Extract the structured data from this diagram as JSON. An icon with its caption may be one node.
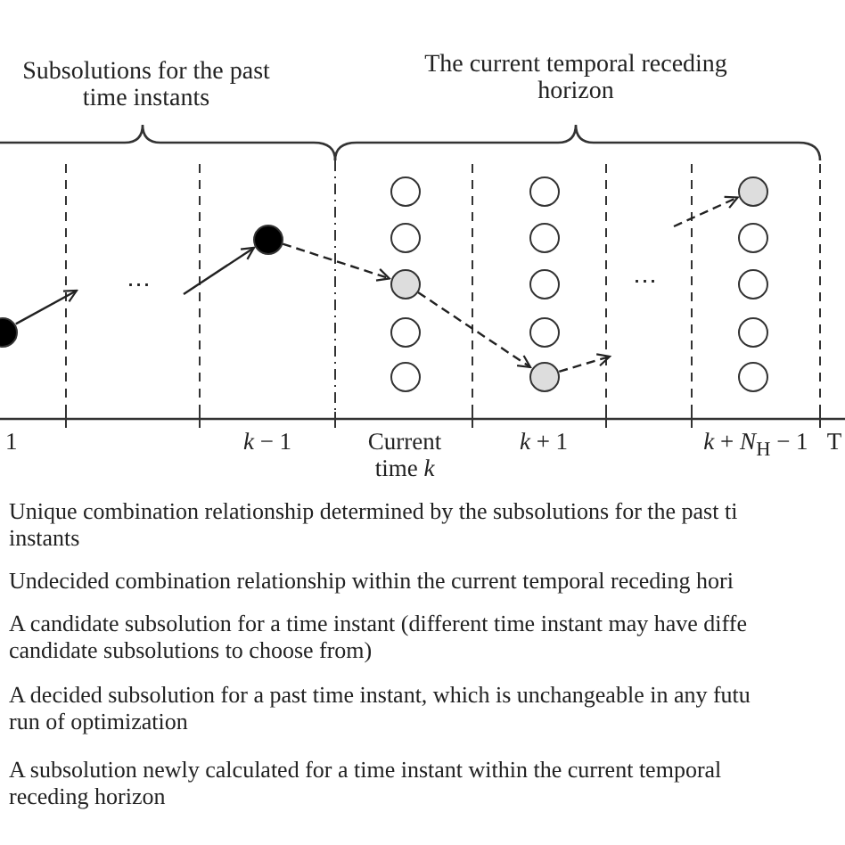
{
  "diagram": {
    "nodes": [
      {
        "text": [],
        "shape": "circle"
      },
      {
        "text": [],
        "shape": "circle"
      },
      {
        "text": [],
        "shape": "circle"
      },
      {
        "text": [],
        "shape": "circle"
      },
      {
        "text": [],
        "shape": "circle"
      },
      {
        "text": [],
        "shape": "circle"
      },
      {
        "text": [],
        "shape": "circle"
      },
      {
        "text": [],
        "shape": "circle"
      },
      {
        "text": [],
        "shape": "circle"
      },
      {
        "text": [],
        "shape": "circle"
      },
      {
        "text": [],
        "shape": "circle"
      },
      {
        "text": [],
        "shape": "circle"
      },
      {
        "text": [],
        "shape": "circle"
      },
      {
        "text": [],
        "shape": "circle"
      },
      {
        "text": [],
        "shape": "circle"
      },
      {
        "text": [],
        "shape": "circle"
      },
      {
        "text": [],
        "shape": "circle"
      }
    ],
    "edges": [
      {
        "from": 0,
        "to": null,
        "arrow": "to"
      },
      {
        "from": null,
        "to": 1,
        "arrow": "to"
      },
      {
        "from": 1,
        "to": 4,
        "arrow": "to",
        "style": "dashed"
      },
      {
        "from": 4,
        "to": 11,
        "arrow": "to",
        "style": "dashed"
      },
      {
        "from": 11,
        "to": null,
        "arrow": "to",
        "style": "dashed"
      },
      {
        "from": null,
        "to": 12,
        "arrow": "to",
        "style": "dashed"
      }
    ],
    "labels": [
      "Subsolutions for the past time instants",
      "The current temporal receding horizon",
      "⋯",
      "⋯",
      "1",
      "*k* − 1",
      "Current time *k*",
      "*k* + 1",
      "*k* + *N*$_{H}$ − 1",
      "T"
    ],
    "legend": [
      {
        "text": "Unique combination relationship determined by the subsolutions for the past ti instants"
      },
      {
        "text": "Undecided combination relationship within the current temporal receding hori"
      },
      {
        "text": "A candidate subsolution for a time instant (different time instant may have diffe candidate subsolutions to choose from)"
      },
      {
        "text": "A decided subsolution for a past time instant, which is unchangeable in any futu run of optimization"
      },
      {
        "text": "A subsolution newly calculated for a time instant within the current temporal receding horizon"
      }
    ]
  }
}
